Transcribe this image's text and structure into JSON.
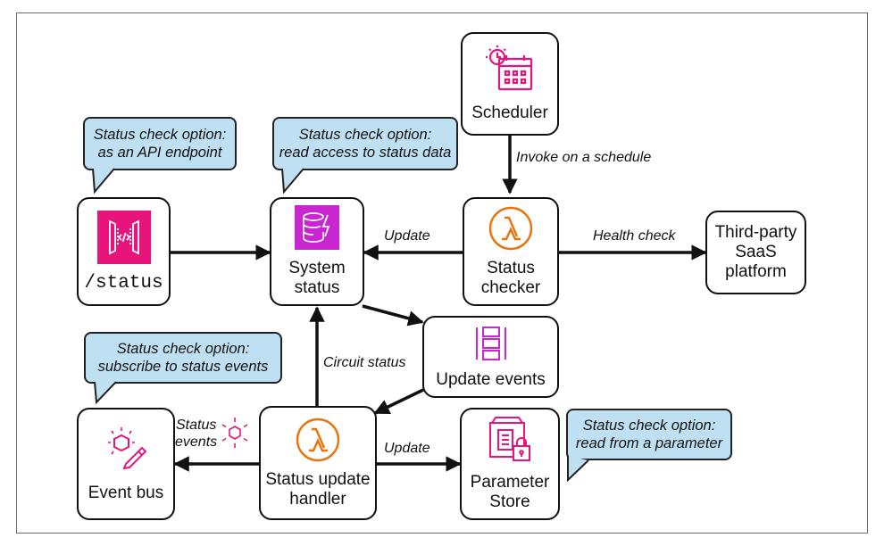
{
  "colors": {
    "callout_fill": "#bfe0f3",
    "lambda_orange": "#e8730b",
    "api_pink": "#e7157b",
    "dynamo_purple": "#c925d1",
    "arrow": "#111111"
  },
  "nodes": {
    "scheduler": {
      "label": "Scheduler",
      "icon": "calendar-clock-icon"
    },
    "status_endpoint": {
      "label": "/status",
      "icon": "api-gateway-icon"
    },
    "system_status": {
      "label_line1": "System",
      "label_line2": "status",
      "icon": "dynamodb-icon"
    },
    "status_checker": {
      "label_line1": "Status",
      "label_line2": "checker",
      "icon": "lambda-icon"
    },
    "third_party": {
      "label_line1": "Third-party",
      "label_line2": "SaaS",
      "label_line3": "platform"
    },
    "update_events": {
      "label": "Update events",
      "icon": "event-stream-icon"
    },
    "event_bus": {
      "label": "Event bus",
      "icon": "eventbridge-icon"
    },
    "status_update_handler": {
      "label_line1": "Status update",
      "label_line2": "handler",
      "icon": "lambda-icon"
    },
    "parameter_store": {
      "label_line1": "Parameter",
      "label_line2": "Store",
      "icon": "parameter-store-icon"
    }
  },
  "callouts": {
    "api_endpoint": {
      "line1": "Status check option:",
      "line2": "as an API endpoint"
    },
    "read_access": {
      "line1": "Status check option:",
      "line2": "read access to status data"
    },
    "subscribe": {
      "line1": "Status check option:",
      "line2": "subscribe to status events"
    },
    "parameter": {
      "line1": "Status check option:",
      "line2": "read from a parameter"
    }
  },
  "edge_labels": {
    "invoke": "Invoke on a schedule",
    "update_top": "Update",
    "health_check": "Health check",
    "circuit_status": "Circuit status",
    "status_events_line1": "Status",
    "status_events_line2": "events",
    "update_bottom": "Update"
  }
}
